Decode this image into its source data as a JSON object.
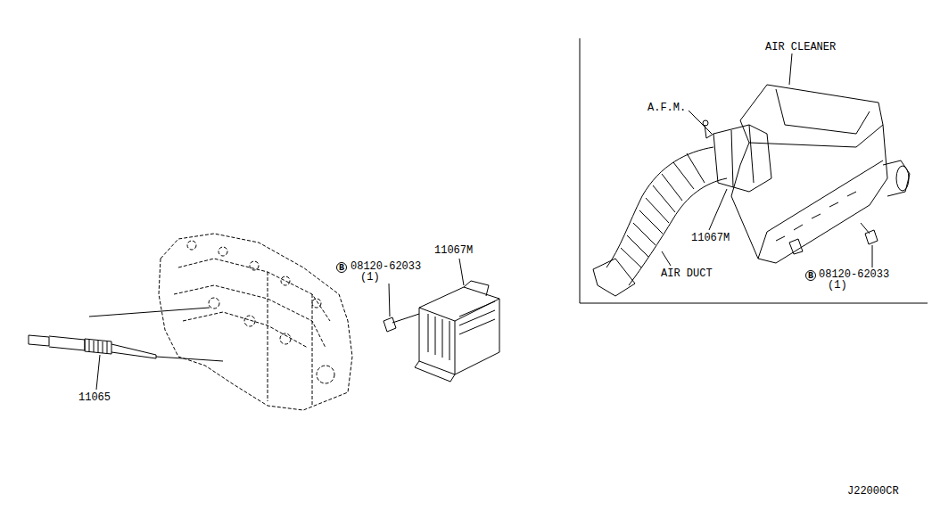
{
  "diagram": {
    "labels": [
      "B",
      "08120-62033",
      "(1)",
      "11067M",
      "11065",
      "AIR CLEANER",
      "A.F.M.",
      "11067M",
      "AIR DUCT",
      "B",
      "08120-62033",
      "(1)",
      "J22000CR"
    ]
  }
}
